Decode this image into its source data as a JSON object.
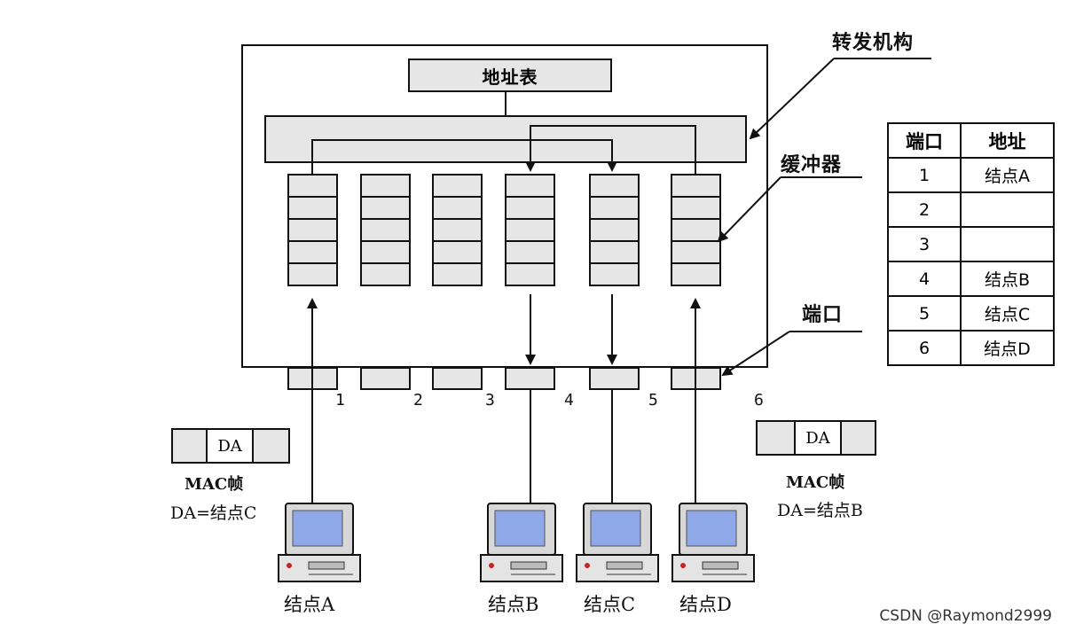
{
  "labels": {
    "forwarding": "转发机构",
    "buffer": "缓冲器",
    "port": "端口",
    "address_table": "地址表"
  },
  "port_numbers": [
    "1",
    "2",
    "3",
    "4",
    "5",
    "6"
  ],
  "table": {
    "headers": [
      "端口",
      "地址"
    ],
    "rows": [
      {
        "port": "1",
        "address": "结点A"
      },
      {
        "port": "2",
        "address": ""
      },
      {
        "port": "3",
        "address": ""
      },
      {
        "port": "4",
        "address": "结点B"
      },
      {
        "port": "5",
        "address": "结点C"
      },
      {
        "port": "6",
        "address": "结点D"
      }
    ]
  },
  "frames": {
    "left": {
      "field": "DA",
      "title": "MAC帧",
      "dest": "DA=结点C"
    },
    "right": {
      "field": "DA",
      "title": "MAC帧",
      "dest": "DA=结点B"
    }
  },
  "nodes": [
    "结点A",
    "结点B",
    "结点C",
    "结点D"
  ],
  "watermark": "CSDN @Raymond2999",
  "colors": {
    "box_fill": "#e6e6e6",
    "line": "#111111",
    "screen": "#8fa8e8"
  }
}
